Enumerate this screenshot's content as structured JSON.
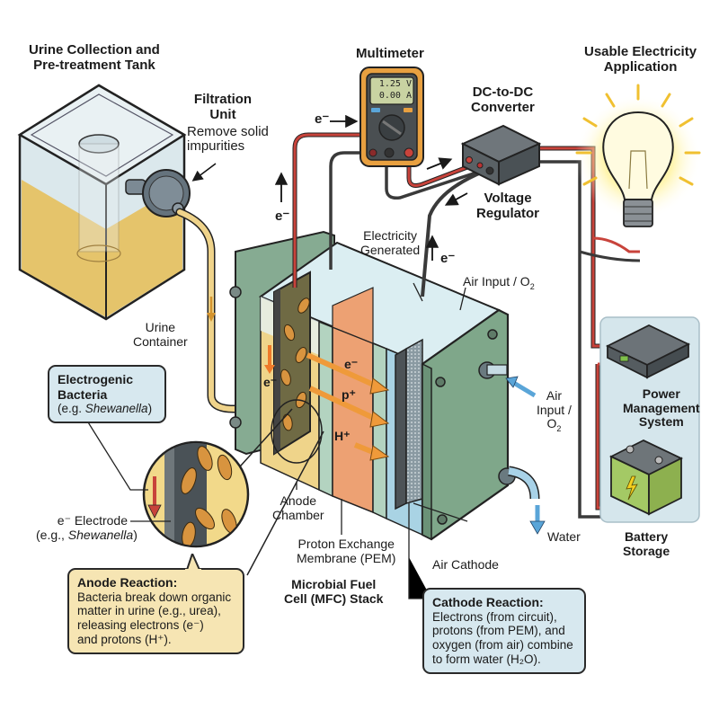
{
  "title": "Urine-Powered Microbial Fuel Cell System",
  "components": {
    "tank": {
      "title_line1": "Urine Collection and",
      "title_line2": "Pre-treatment Tank"
    },
    "filtration": {
      "title_line1": "Filtration",
      "title_line2": "Unit",
      "desc_line1": "Remove solid",
      "desc_line2": "impurities"
    },
    "urine_container": {
      "line1": "Urine",
      "line2": "Container"
    },
    "multimeter": {
      "title": "Multimeter",
      "reading_voltage": "1.25",
      "voltage_unit": "V",
      "reading_current": "0.00",
      "current_unit": "A"
    },
    "dcdc": {
      "line1": "DC-to-DC",
      "line2": "Converter"
    },
    "regulator": {
      "line1": "Voltage",
      "line2": "Regulator"
    },
    "bulb": {
      "line1": "Usable Electricity",
      "line2": "Application"
    },
    "electricity_generated": {
      "line1": "Electricity",
      "line2": "Generated"
    },
    "air_input_top": {
      "text": "Air Input / O",
      "sub": "2"
    },
    "air_input_side": {
      "line1": "Air",
      "line2": "Input /",
      "line3": "O",
      "sub": "2"
    },
    "water": "Water",
    "pms": {
      "line1": "Power",
      "line2": "Management",
      "line3": "System"
    },
    "battery": {
      "line1": "Battery",
      "line2": "Storage"
    },
    "anode_chamber": {
      "line1": "Anode",
      "line2": "Chamber"
    },
    "pem": {
      "line1": "Proton Exchange",
      "line2": "Membrane (PEM)"
    },
    "air_cathode": "Air Cathode",
    "mfc": {
      "line1": "Microbial Fuel",
      "line2": "Cell (MFC) Stack"
    },
    "electrode": {
      "line1": "e⁻ Electrode",
      "line2_prefix": "(e.g., ",
      "line2_italic": "Shewanella",
      "line2_suffix": ")"
    }
  },
  "flow_labels": {
    "electron_top": "e⁻",
    "electron_left": "e⁻",
    "electron_right": "e⁻",
    "electron_anode": "e⁻",
    "arrow_e": "e⁻",
    "arrow_p": "p⁺",
    "arrow_h": "H⁺"
  },
  "callouts": {
    "bacteria": {
      "title_line1": "Electrogenic",
      "title_line2": "Bacteria",
      "desc_prefix": "(e.g. ",
      "desc_italic": "Shewanella",
      "desc_suffix": ")"
    },
    "anode_reaction": {
      "title": "Anode Reaction:",
      "lines": [
        "Bacteria break down organic",
        "matter in urine (e.g., urea),",
        "releasing electrons (e⁻)",
        "and protons (H⁺)."
      ]
    },
    "cathode_reaction": {
      "title": "Cathode Reaction:",
      "lines": [
        "Electrons (from circuit),",
        "protons (from PEM), and",
        "oxygen (from air) combine",
        "to form water (H₂O)."
      ]
    }
  },
  "colors": {
    "wire_red": "#c8433b",
    "wire_black": "#3a3a3a",
    "urine": "#e8c46a",
    "frame_green": "#8fb59a",
    "pem_orange": "#eda173",
    "cathode_blue": "#a9d3e4",
    "callout_blue": "#d7e8ef",
    "callout_yellow": "#f6e5b3",
    "arrow_orange": "#ef9a3a",
    "multimeter_orange": "#e8a040"
  }
}
